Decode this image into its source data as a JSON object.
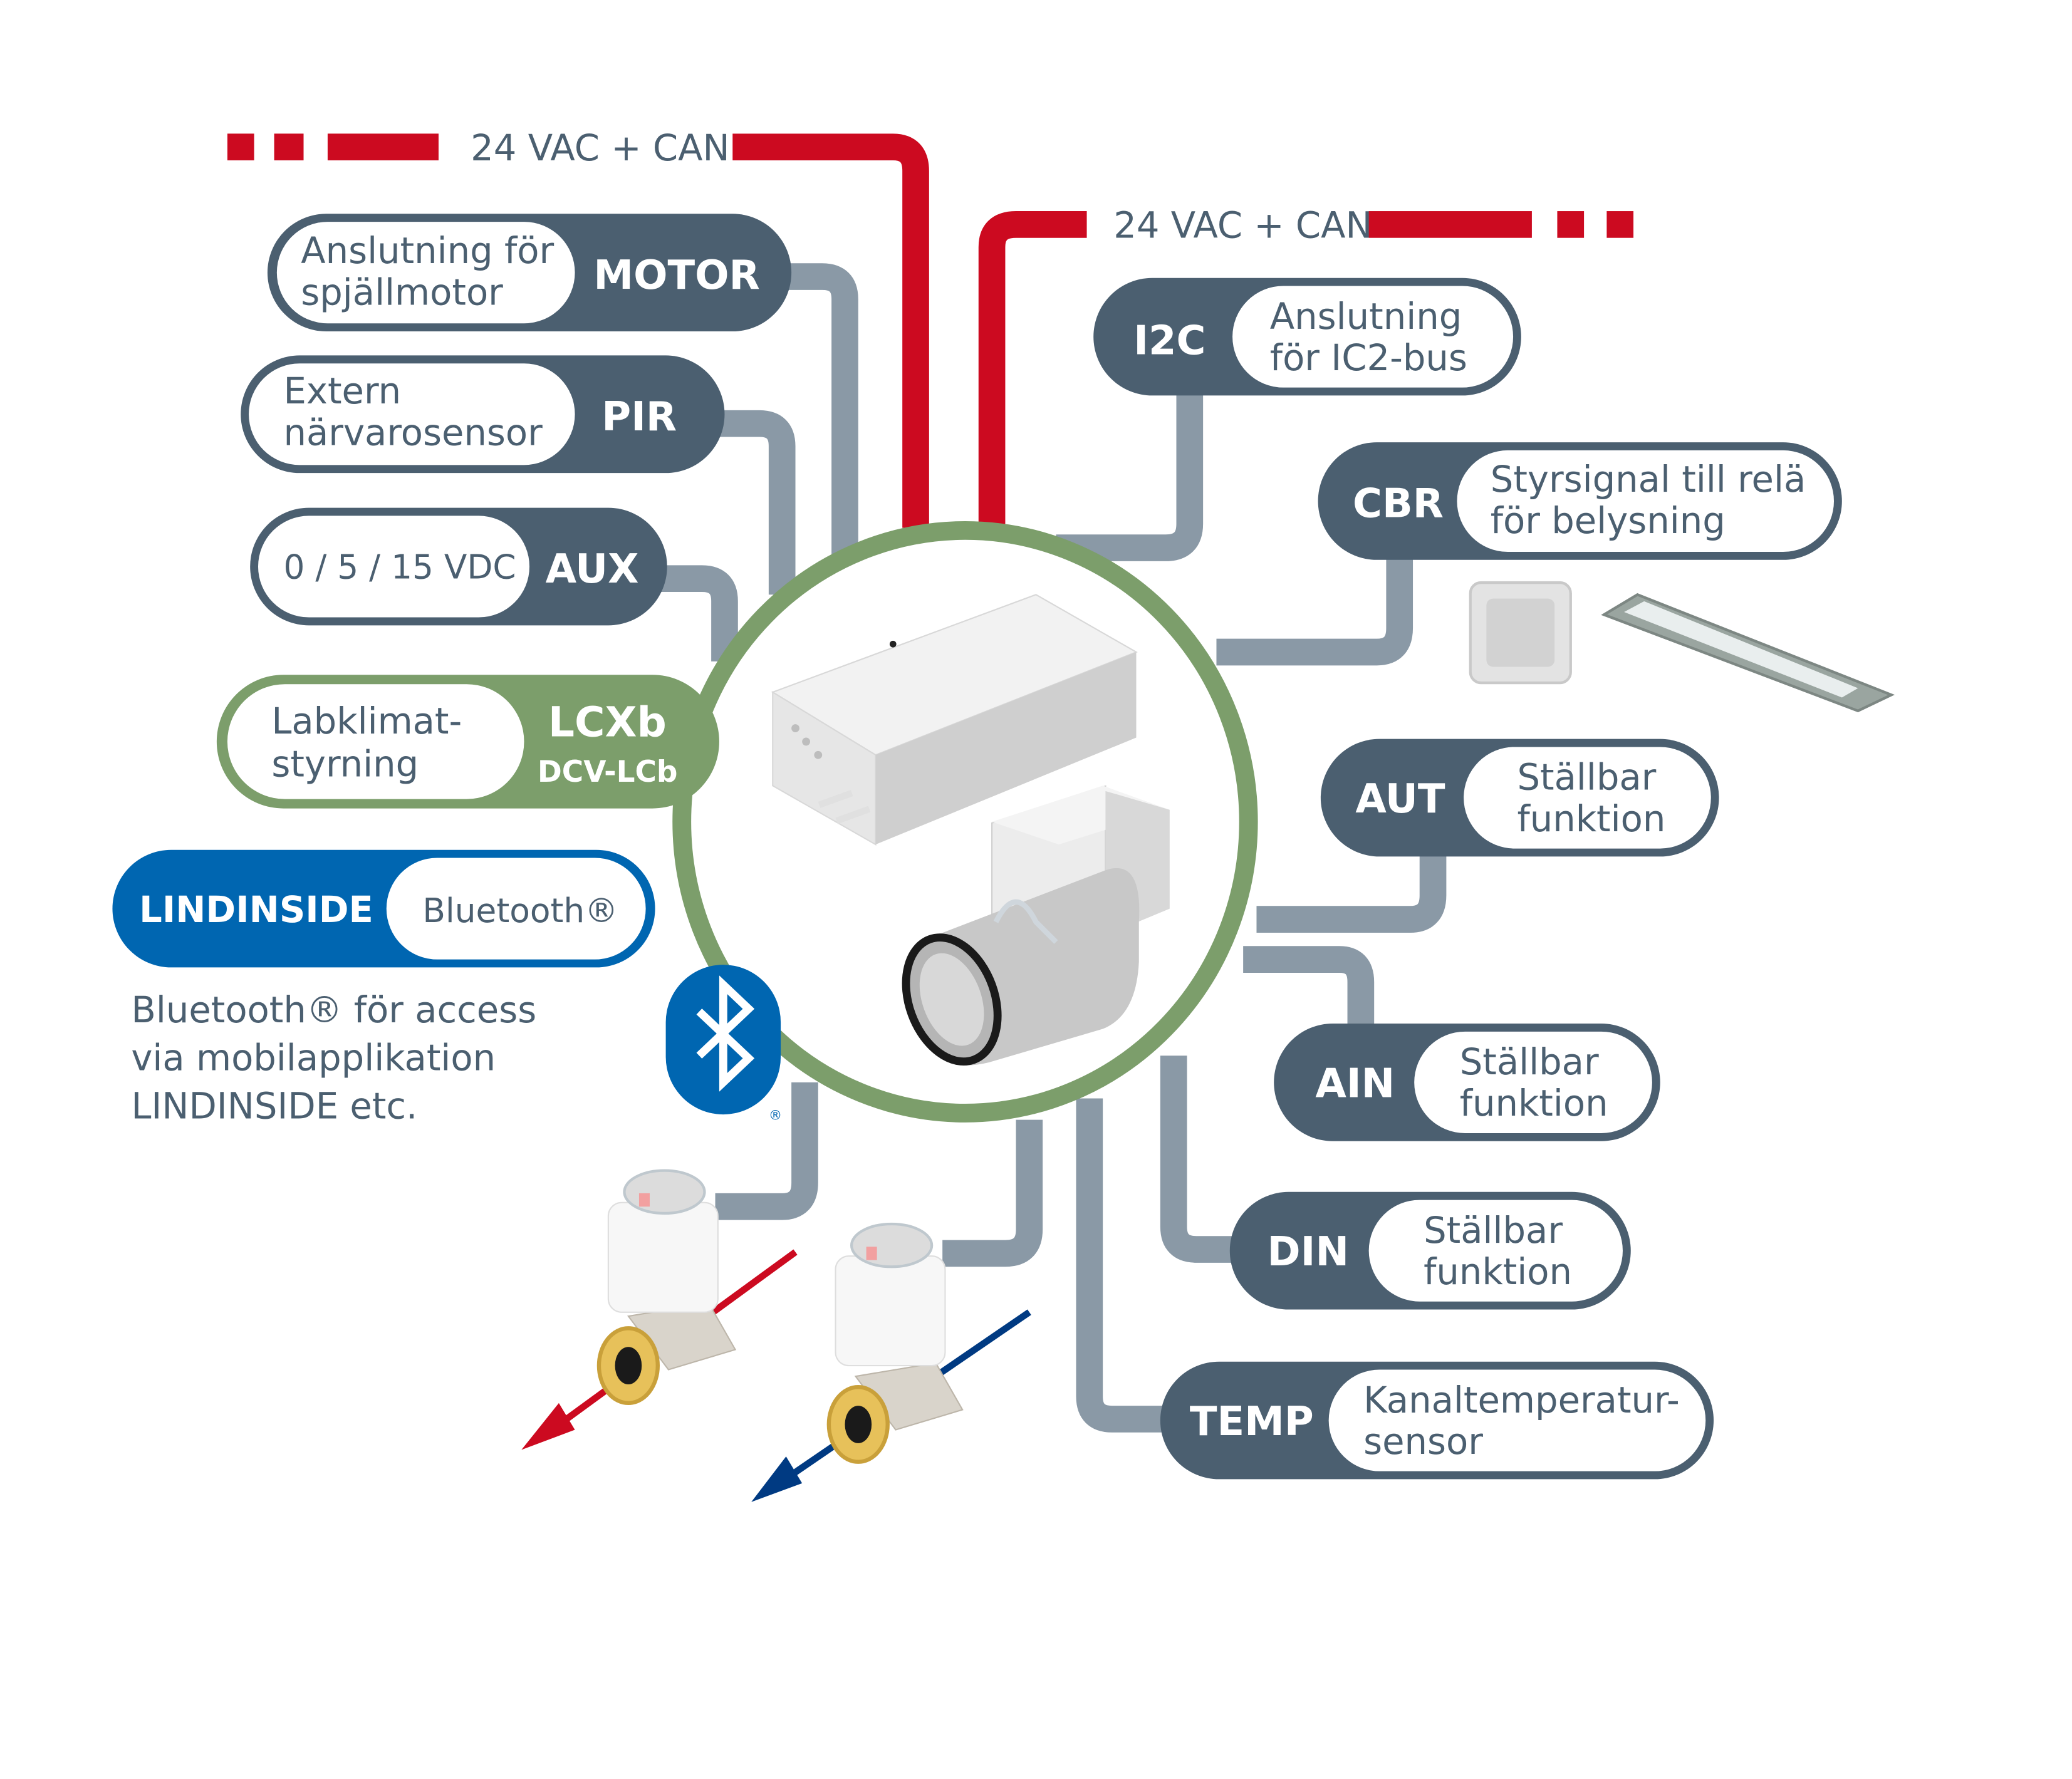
{
  "colors": {
    "slate": "#4b5f70",
    "wire_gray": "#8a99a6",
    "bus_red": "#cc0a20",
    "lcx_green": "#7c9e6b",
    "lindinside_blue": "#0066b1",
    "hot_arrow": "#cc0a20",
    "cold_arrow": "#003a82"
  },
  "buses": {
    "left_label": "24 VAC + CAN",
    "right_label": "24 VAC + CAN"
  },
  "left_modules": [
    {
      "tag": "MOTOR",
      "desc_line1": "Anslutning för",
      "desc_line2": "spjällmotor"
    },
    {
      "tag": "PIR",
      "desc_line1": "Extern",
      "desc_line2": "närvarosensor"
    },
    {
      "tag": "AUX",
      "desc_line1": "0 / 5 / 15 VDC",
      "desc_line2": ""
    }
  ],
  "controller": {
    "tag": "LCXb",
    "subtag": "DCV-LCb",
    "desc_line1": "Labklimat-",
    "desc_line2": "styrning"
  },
  "lindinside": {
    "tag": "LINDINSIDE",
    "desc": "Bluetooth®",
    "note_line1": "Bluetooth® för access",
    "note_line2": "via mobilapplikation",
    "note_line3": "LINDINSIDE etc.",
    "registered_mark": "®"
  },
  "right_modules": [
    {
      "tag": "I2C",
      "desc_line1": "Anslutning",
      "desc_line2": "för IC2-bus"
    },
    {
      "tag": "CBR",
      "desc_line1": "Styrsignal till relä",
      "desc_line2": "för belysning"
    },
    {
      "tag": "AUT",
      "desc_line1": "Ställbar",
      "desc_line2": "funktion"
    },
    {
      "tag": "AIN",
      "desc_line1": "Ställbar",
      "desc_line2": "funktion"
    },
    {
      "tag": "DIN",
      "desc_line1": "Ställbar",
      "desc_line2": "funktion"
    },
    {
      "tag": "TEMP",
      "desc_line1": "Kanaltemperatur-",
      "desc_line2": "sensor"
    }
  ],
  "icons": {
    "bluetooth": "bluetooth-icon",
    "light_switch": "light-switch-icon",
    "ceiling_lamp": "ceiling-lamp-icon",
    "controller_box": "controller-box-image",
    "damper": "damper-unit-image",
    "valve_hot": "valve-actuator-icon",
    "valve_cold": "valve-actuator-icon"
  }
}
